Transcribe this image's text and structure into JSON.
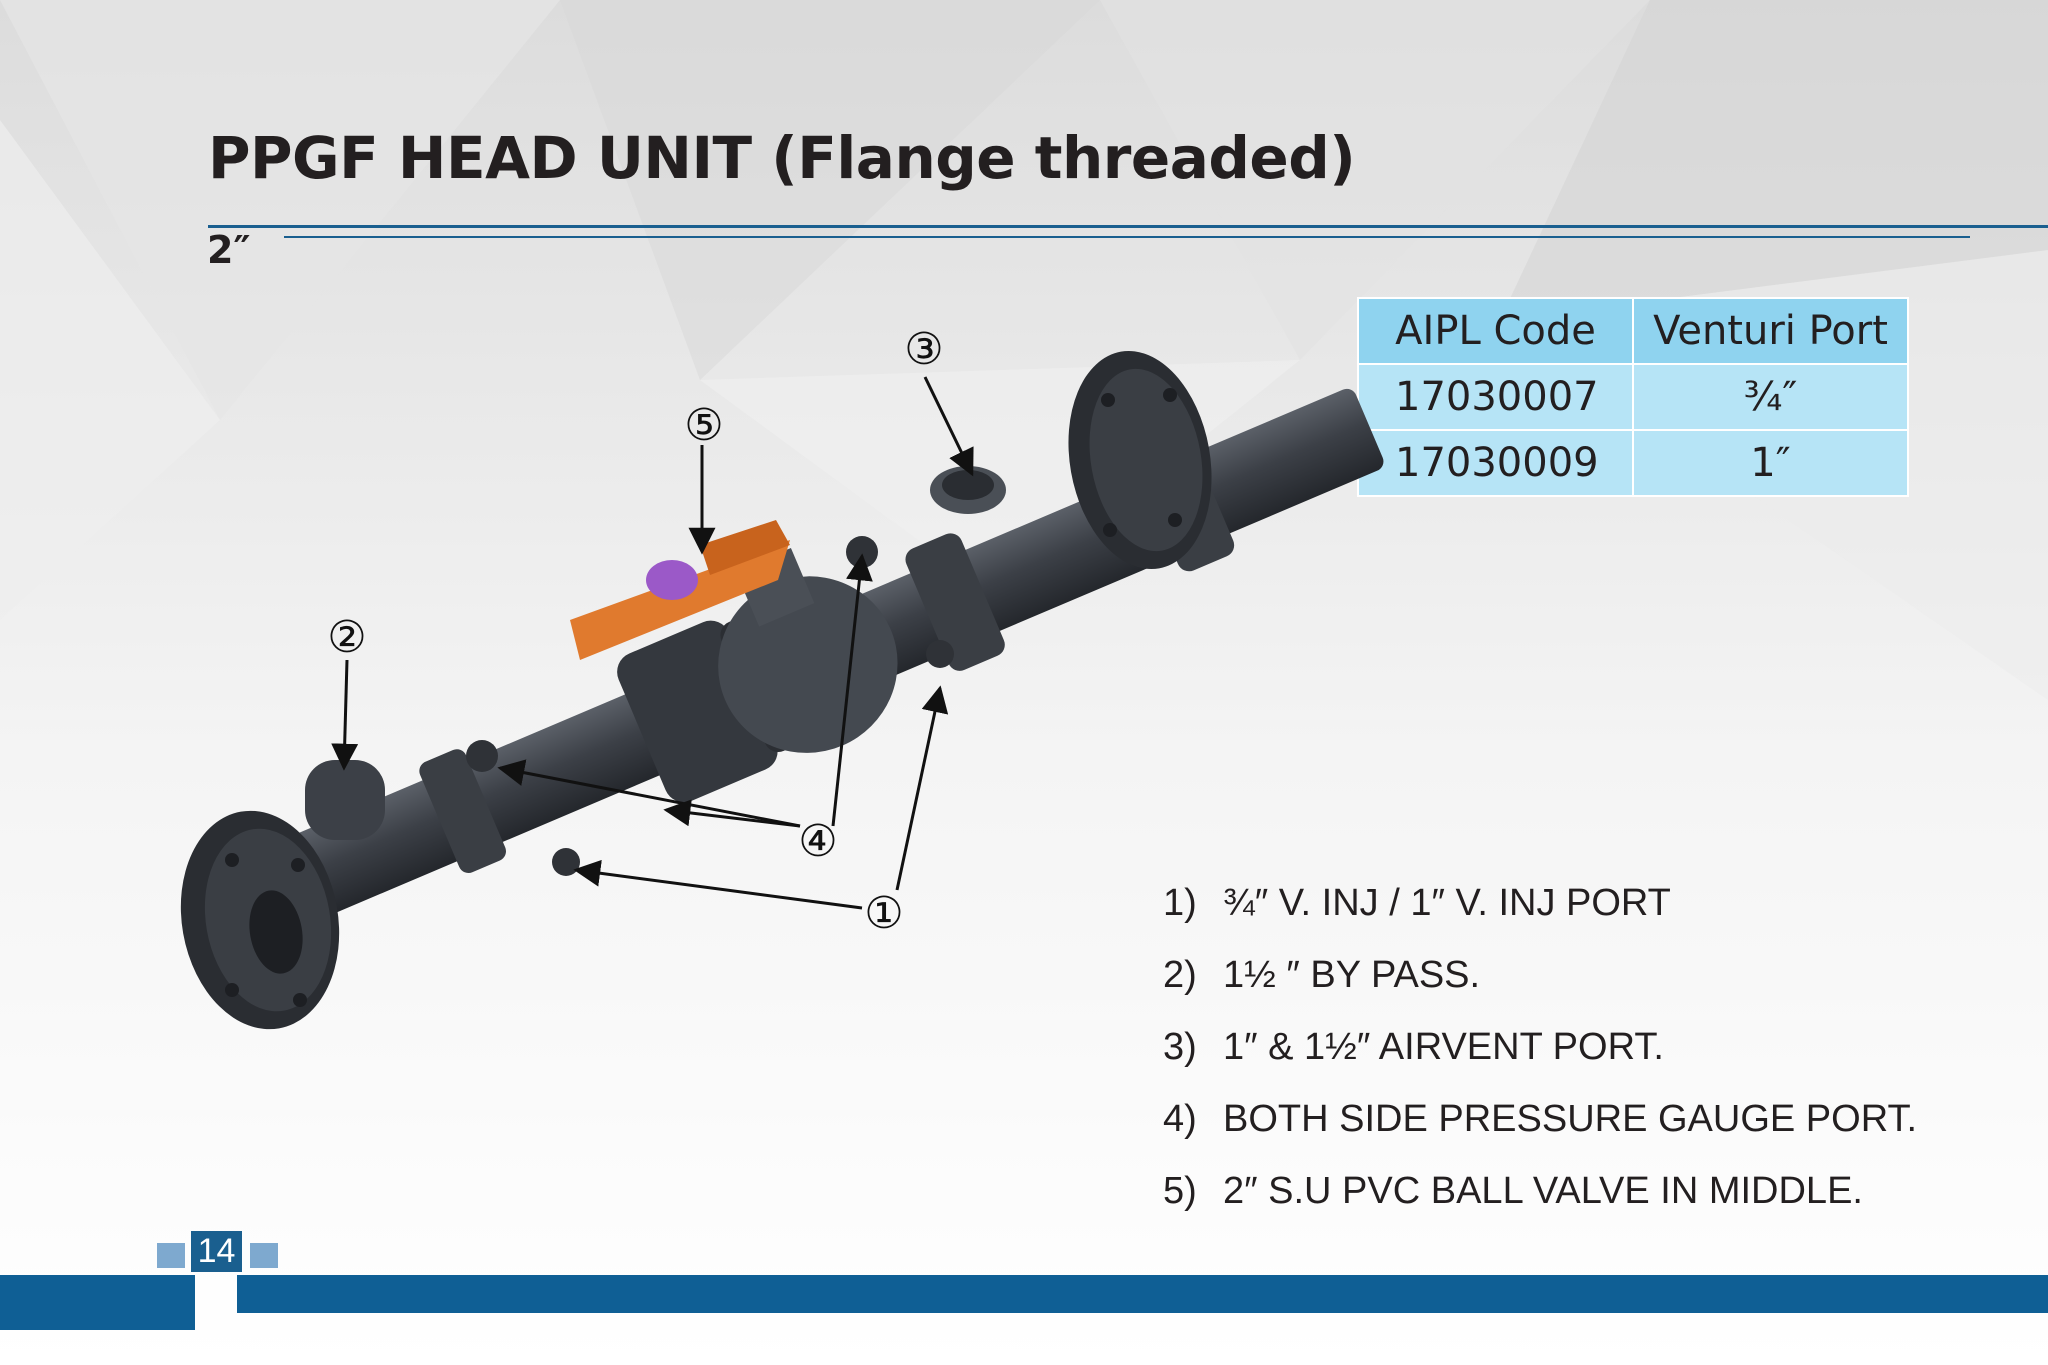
{
  "title": "PPGF HEAD UNIT (Flange threaded)",
  "size_label": "2″",
  "table": {
    "headers": [
      "AIPL Code",
      "Venturi Port"
    ],
    "rows": [
      {
        "code": "17030007",
        "port": "¾″"
      },
      {
        "code": "17030009",
        "port": "1″"
      }
    ]
  },
  "callouts": [
    "①",
    "②",
    "③",
    "④",
    "⑤"
  ],
  "features": [
    {
      "num": "1)",
      "text": "¾″ V. INJ / 1″ V. INJ PORT"
    },
    {
      "num": "2)",
      "text": "1½ ″  BY PASS."
    },
    {
      "num": "3)",
      "text": "1″ & 1½″ AIRVENT  PORT."
    },
    {
      "num": "4)",
      "text": "BOTH SIDE PRESSURE GAUGE PORT."
    },
    {
      "num": "5)",
      "text": "2″ S.U PVC BALL VALVE IN MIDDLE."
    }
  ],
  "page_number": "14",
  "colors": {
    "accent_blue": "#1a5f8f",
    "table_header": "#8fd3ef",
    "table_cell": "#b6e4f6",
    "valve_handle": "#e07a2e",
    "pipe_body": "#3b3f45"
  }
}
